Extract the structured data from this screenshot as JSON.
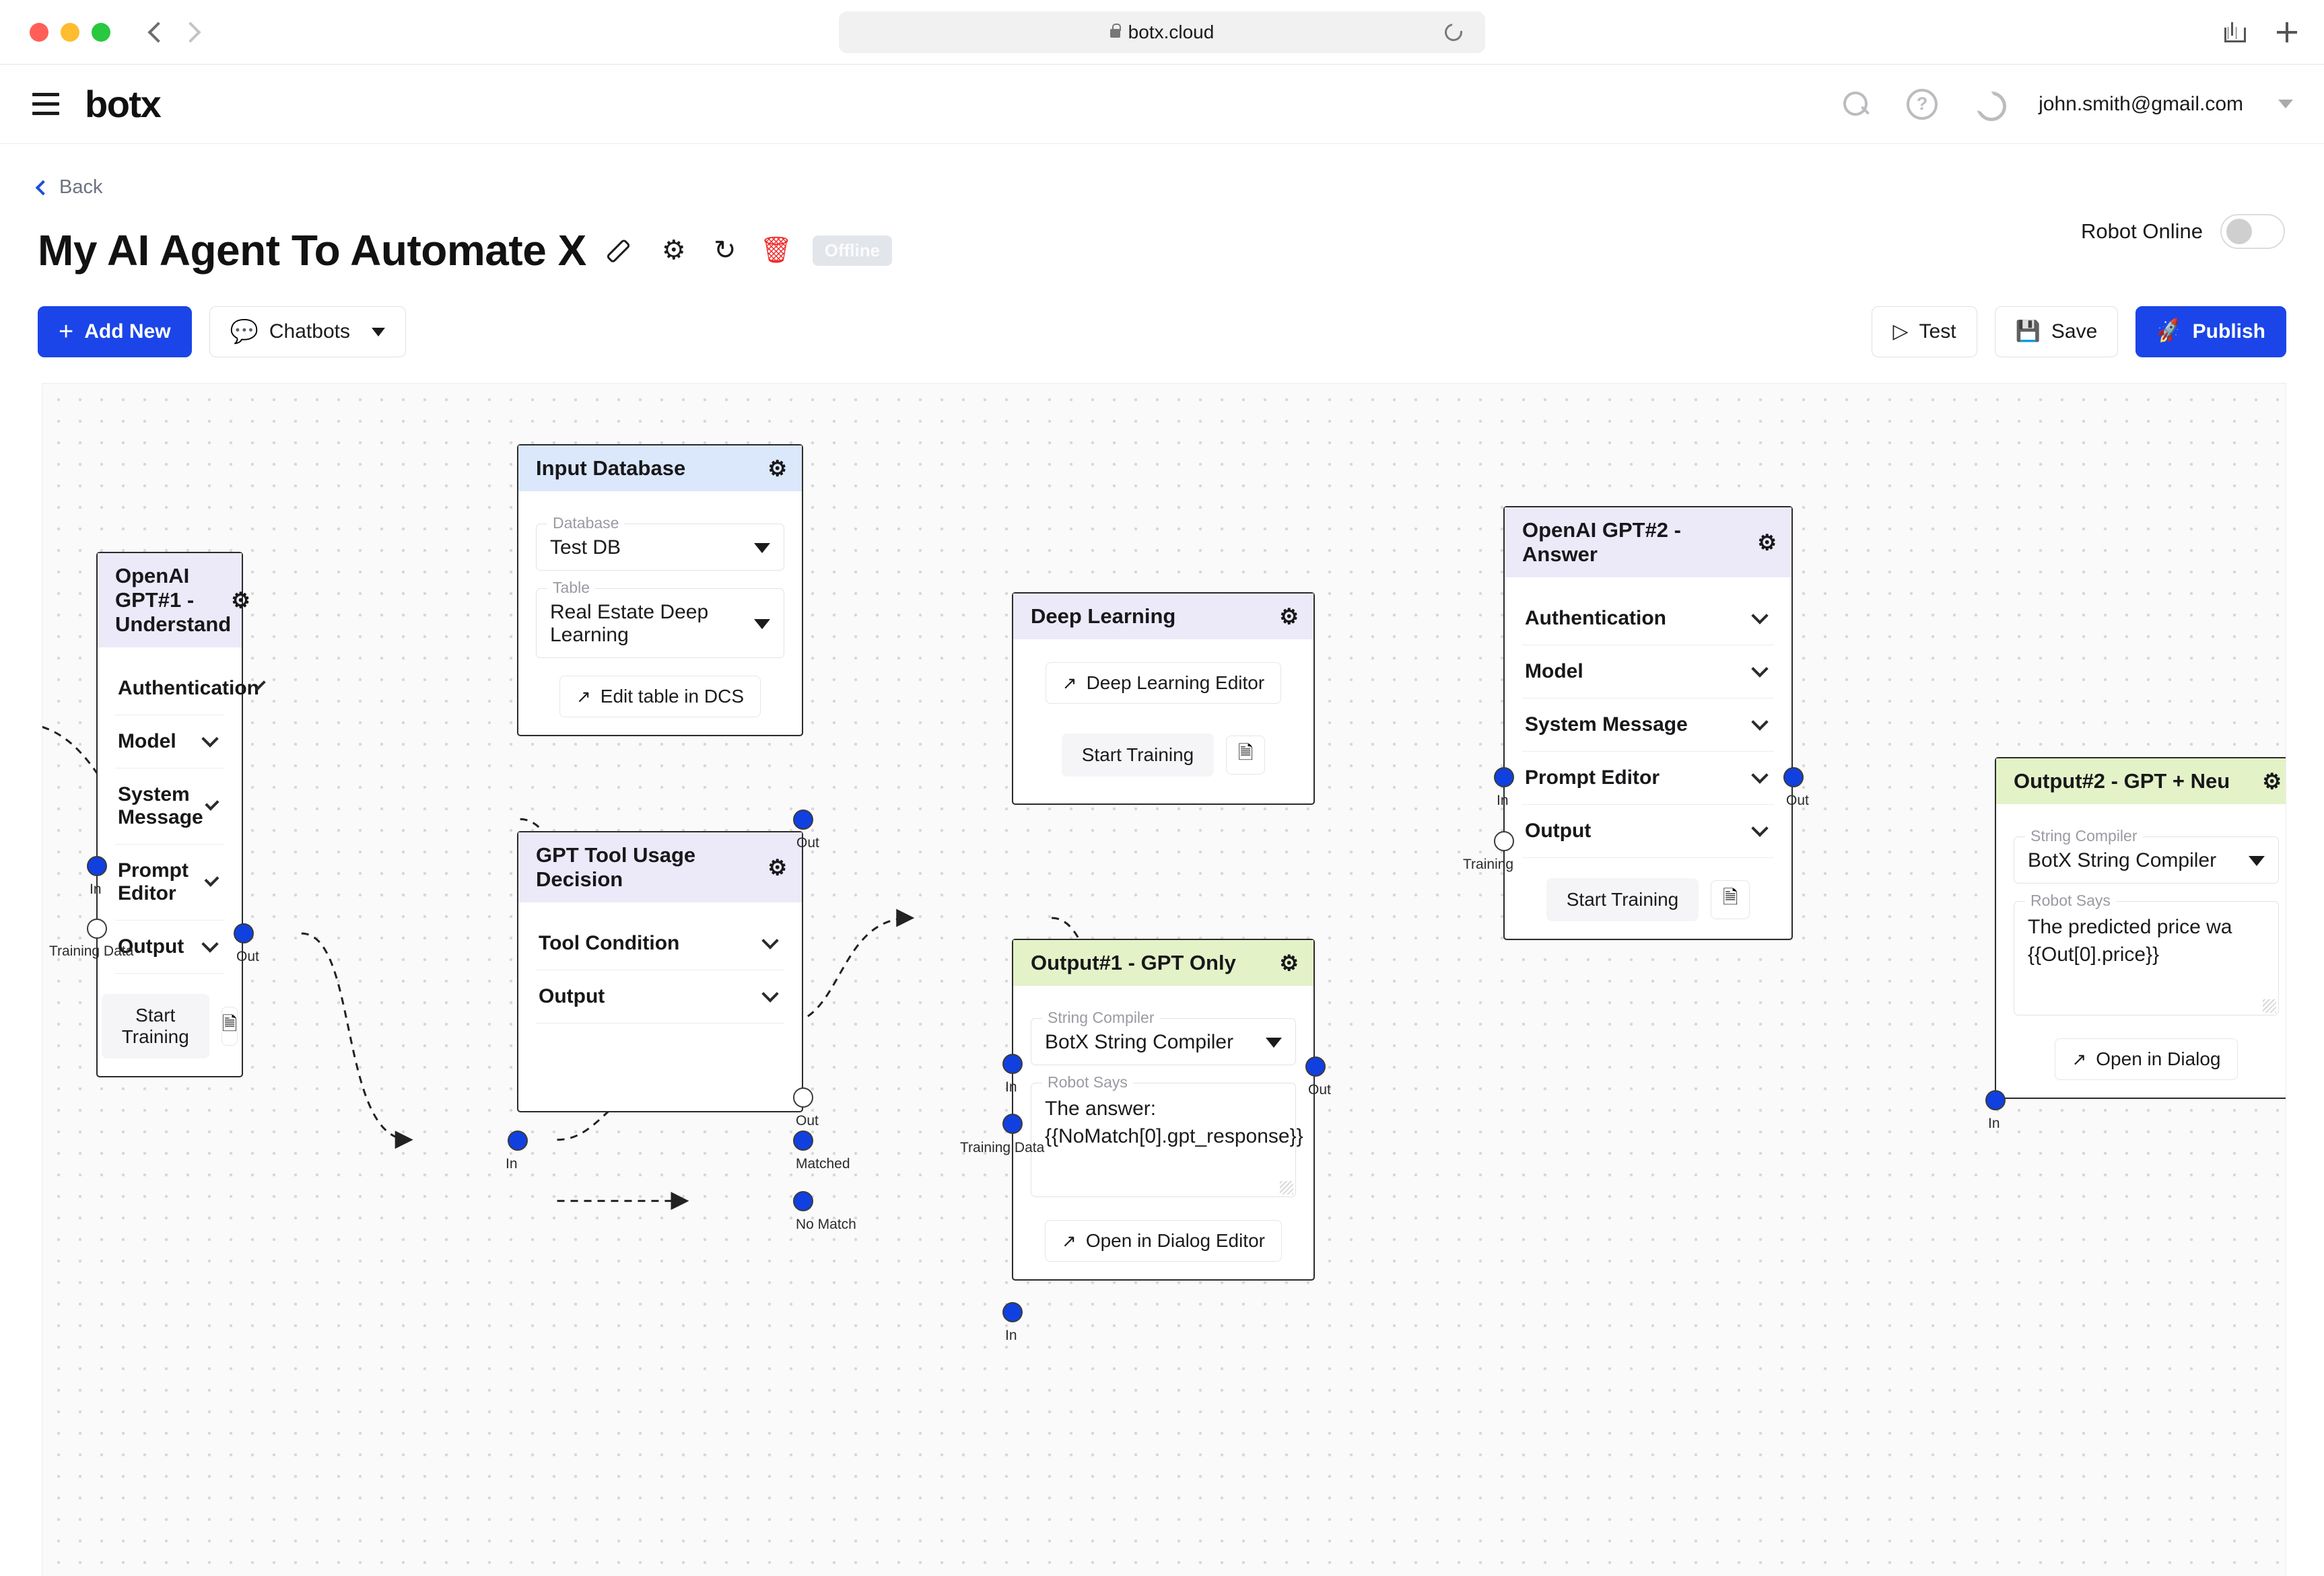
{
  "browser": {
    "url": "botx.cloud",
    "lock_icon": "lock-icon",
    "reload_icon": "reload-icon",
    "back_icon": "nav-back-icon",
    "forward_icon": "nav-forward-icon",
    "share_icon": "share-icon",
    "new_tab_icon": "plus-icon"
  },
  "header": {
    "brand": "botx",
    "menu_icon": "hamburger-icon",
    "search_icon": "search-icon",
    "help_icon": "help-circle-icon",
    "theme_icon": "moon-icon",
    "user_email": "john.smith@gmail.com",
    "user_caret": "chevron-down-icon"
  },
  "title_area": {
    "back_label": "Back",
    "page_title": "My AI Agent To Automate X",
    "status_badge": "Offline",
    "icons": {
      "edit": "pencil-icon",
      "settings": "gear-icon",
      "sync": "refresh-icon",
      "delete": "trash-icon"
    },
    "robot_toggle_label": "Robot Online",
    "robot_toggle_state": "off"
  },
  "toolbar": {
    "add_new_label": "Add New",
    "add_new_icon": "plus-icon",
    "chatbots_label": "Chatbots",
    "chatbots_icon": "chat-bubble-icon",
    "chatbots_caret": "chevron-down-icon",
    "test_label": "Test",
    "test_icon": "play-icon",
    "save_label": "Save",
    "save_icon": "floppy-disk-icon",
    "publish_label": "Publish",
    "publish_icon": "rocket-icon"
  },
  "colors": {
    "accent_blue": "#1b45e8",
    "port_blue": "#1140e0",
    "header_purple": "#ece9f9",
    "header_blue": "#dbe7fb",
    "header_green": "#e4f2c8",
    "danger_red": "#ef2b2b",
    "canvas_bg": "#fafafa"
  },
  "nodes": {
    "gpt1": {
      "title": "OpenAI GPT#1 - Understand",
      "gear_icon": "gear-icon",
      "sections": [
        "Authentication",
        "Model",
        "System Message",
        "Prompt Editor",
        "Output"
      ],
      "train_label": "Start Training",
      "doc_icon": "document-icon",
      "ports": {
        "in": "In",
        "training": "Training Data",
        "out": "Out"
      }
    },
    "input_database": {
      "title": "Input Database",
      "gear_icon": "gear-icon",
      "database_label": "Database",
      "database_value": "Test DB",
      "table_label": "Table",
      "table_value": "Real Estate Deep Learning",
      "edit_table_label": "Edit table in DCS",
      "edit_table_icon": "external-link-icon",
      "ports": {
        "out": "Out"
      }
    },
    "tool_decision": {
      "title": "GPT Tool Usage Decision",
      "gear_icon": "gear-icon",
      "sections": [
        "Tool Condition",
        "Output"
      ],
      "ports": {
        "in": "In",
        "out": "Out",
        "matched": "Matched",
        "no_match": "No Match"
      }
    },
    "deep_learning": {
      "title": "Deep Learning",
      "gear_icon": "gear-icon",
      "editor_label": "Deep Learning Editor",
      "editor_icon": "external-link-icon",
      "train_label": "Start Training",
      "doc_icon": "document-icon",
      "ports": {
        "in": "In",
        "training": "Training Data",
        "out": "Out"
      }
    },
    "gpt2": {
      "title": "OpenAI GPT#2 - Answer",
      "gear_icon": "gear-icon",
      "sections": [
        "Authentication",
        "Model",
        "System Message",
        "Prompt Editor",
        "Output"
      ],
      "train_label": "Start Training",
      "doc_icon": "document-icon",
      "ports": {
        "in": "In",
        "training": "Training",
        "out": "Out"
      }
    },
    "output1": {
      "title": "Output#1 - GPT Only",
      "gear_icon": "gear-icon",
      "compiler_label": "String Compiler",
      "compiler_value": "BotX String Compiler",
      "says_label": "Robot Says",
      "says_value": "The answer:\n{{NoMatch[0].gpt_response}}",
      "dialog_label": "Open in Dialog Editor",
      "dialog_icon": "external-link-icon",
      "ports": {
        "in": "In"
      }
    },
    "output2": {
      "title": "Output#2 - GPT + Neu",
      "gear_icon": "gear-icon",
      "compiler_label": "String Compiler",
      "compiler_value": "BotX String Compiler",
      "says_label": "Robot Says",
      "says_value": "The predicted price wa\n{{Out[0].price}}",
      "dialog_label": "Open in Dialog",
      "dialog_icon": "external-link-icon",
      "ports": {
        "in": "In"
      }
    }
  }
}
